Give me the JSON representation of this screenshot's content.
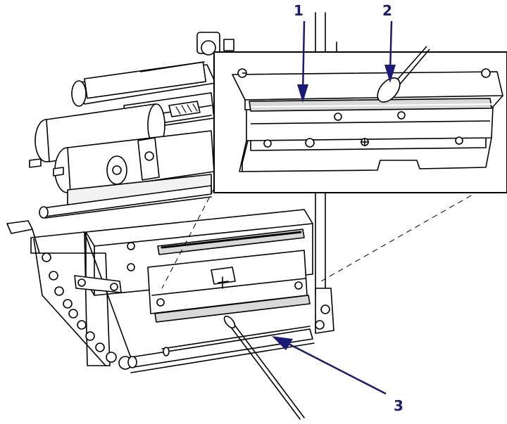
{
  "colors": {
    "line": "#000000",
    "fill": "#ffffff",
    "light_fill": "#f2f2f2",
    "shade_fill": "#d9d9d9",
    "callout": "#1a1a7a"
  },
  "callouts": [
    {
      "label": "1"
    },
    {
      "label": "2"
    },
    {
      "label": "3"
    }
  ]
}
